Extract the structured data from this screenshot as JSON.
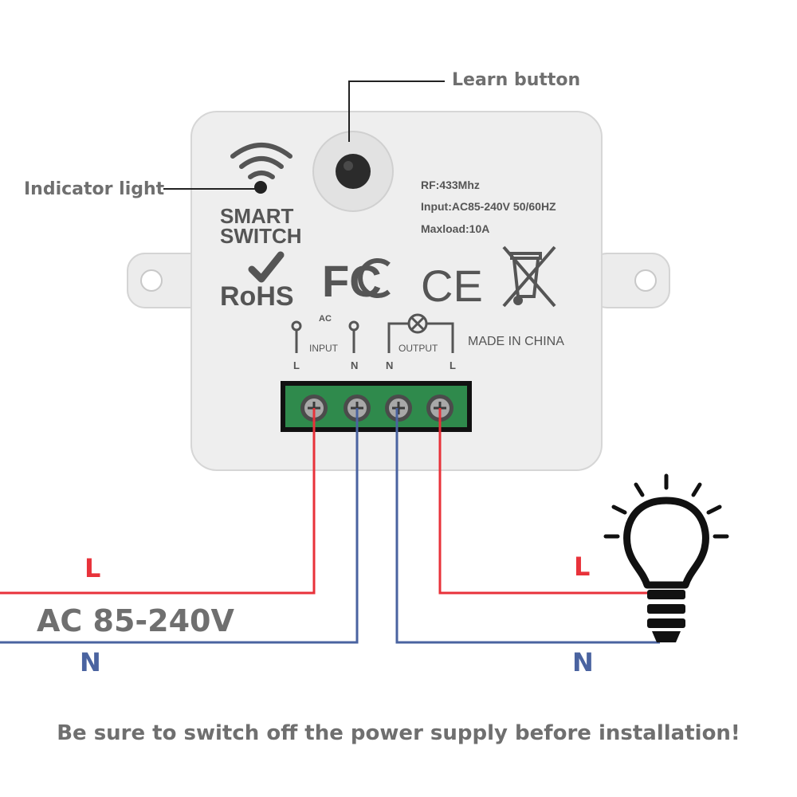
{
  "callouts": {
    "learn_button": "Learn button",
    "indicator_light": "Indicator light"
  },
  "device": {
    "brand_line1": "SMART",
    "brand_line2": "SWITCH",
    "specs": [
      "RF:433Mhz",
      "Input:AC85-240V 50/60HZ",
      "Maxload:10A"
    ],
    "rohs": "RoHS",
    "fcc": "FC",
    "ce": "CE",
    "made_in": "MADE IN CHINA",
    "ac_mark": "AC",
    "input_label": "INPUT",
    "output_label": "OUTPUT",
    "terminals": [
      "L",
      "N",
      "N",
      "L"
    ]
  },
  "wiring": {
    "left_live": "L",
    "left_neutral": "N",
    "supply_voltage": "AC 85-240V",
    "right_live": "L",
    "right_neutral": "N",
    "live_color": "#e8323a",
    "neutral_color": "#4a63a0"
  },
  "warning": "Be sure to switch off the power supply before installation!"
}
